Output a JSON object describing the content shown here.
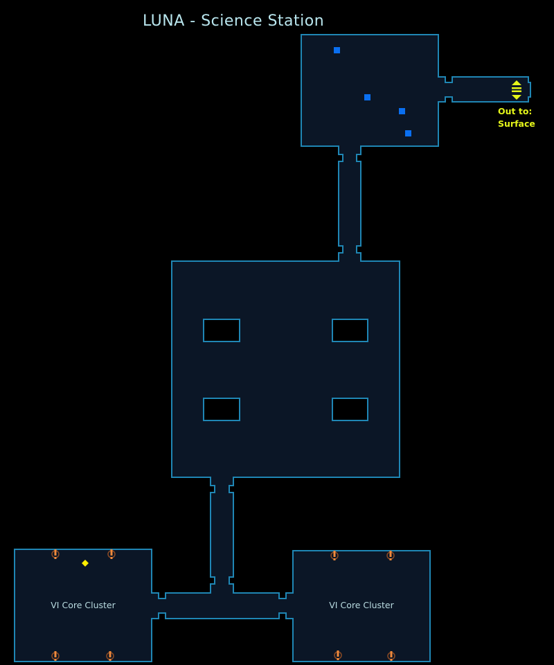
{
  "map": {
    "title": "LUNA - Science Station",
    "exit": {
      "line1": "Out to:",
      "line2": "Surface",
      "icon": "elevator-icon"
    },
    "rooms": [
      {
        "label": "VI Core Cluster"
      },
      {
        "label": "VI Core Cluster"
      }
    ],
    "colors": {
      "wall": "#1f86b4",
      "floor": "#0b1626",
      "background": "#000000",
      "exit": "#e4f51a",
      "marker_blue": "#0a6ff0",
      "alert": "#f08a3c",
      "player": "#ffee00"
    }
  }
}
